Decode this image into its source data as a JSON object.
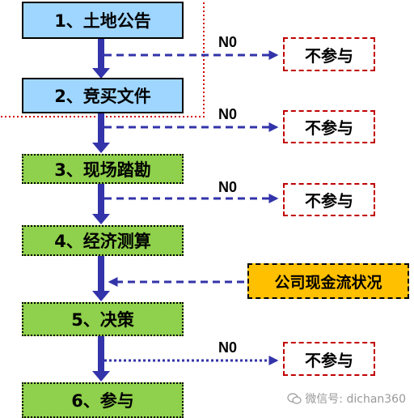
{
  "steps": [
    "1、土地公告",
    "2、竞买文件",
    "3、现场踏勘",
    "4、经济测算",
    "5、决策",
    "6、参与"
  ],
  "no_label": "N0",
  "not_participate": "不参与",
  "cashflow": "公司现金流状况",
  "watermark": "微信号: dichan360",
  "colors": {
    "arrow": "#3333aa",
    "blue_box": "#9fd6ff",
    "green_box": "#8fd04c",
    "red_border": "#c00000",
    "orange_box": "#ffc000"
  }
}
